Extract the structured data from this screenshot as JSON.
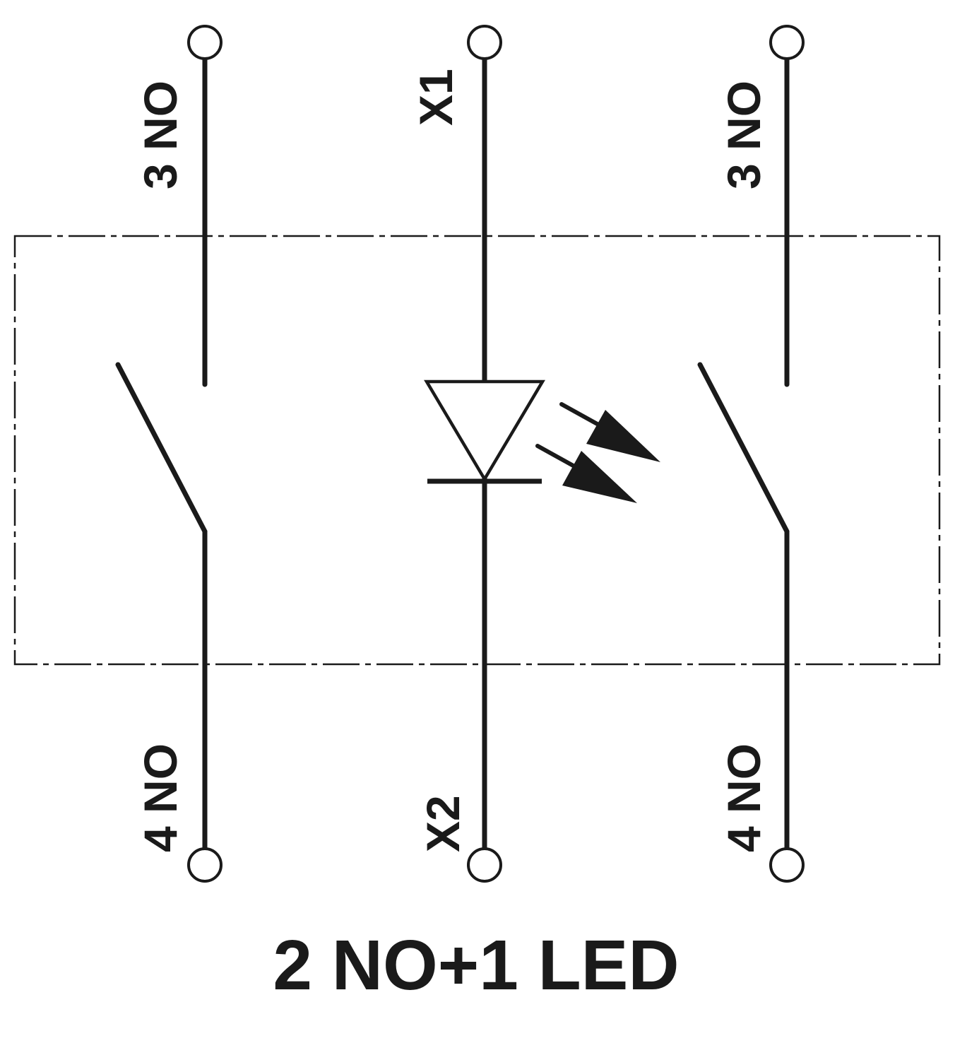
{
  "colors": {
    "ink": "#1a1a1a",
    "background": "#ffffff"
  },
  "terminals": {
    "left_top": "3 NO",
    "left_bottom": "4 NO",
    "center_top": "X1",
    "center_bottom": "X2",
    "right_top": "3 NO",
    "right_bottom": "4 NO"
  },
  "caption": "2 NO+1 LED"
}
